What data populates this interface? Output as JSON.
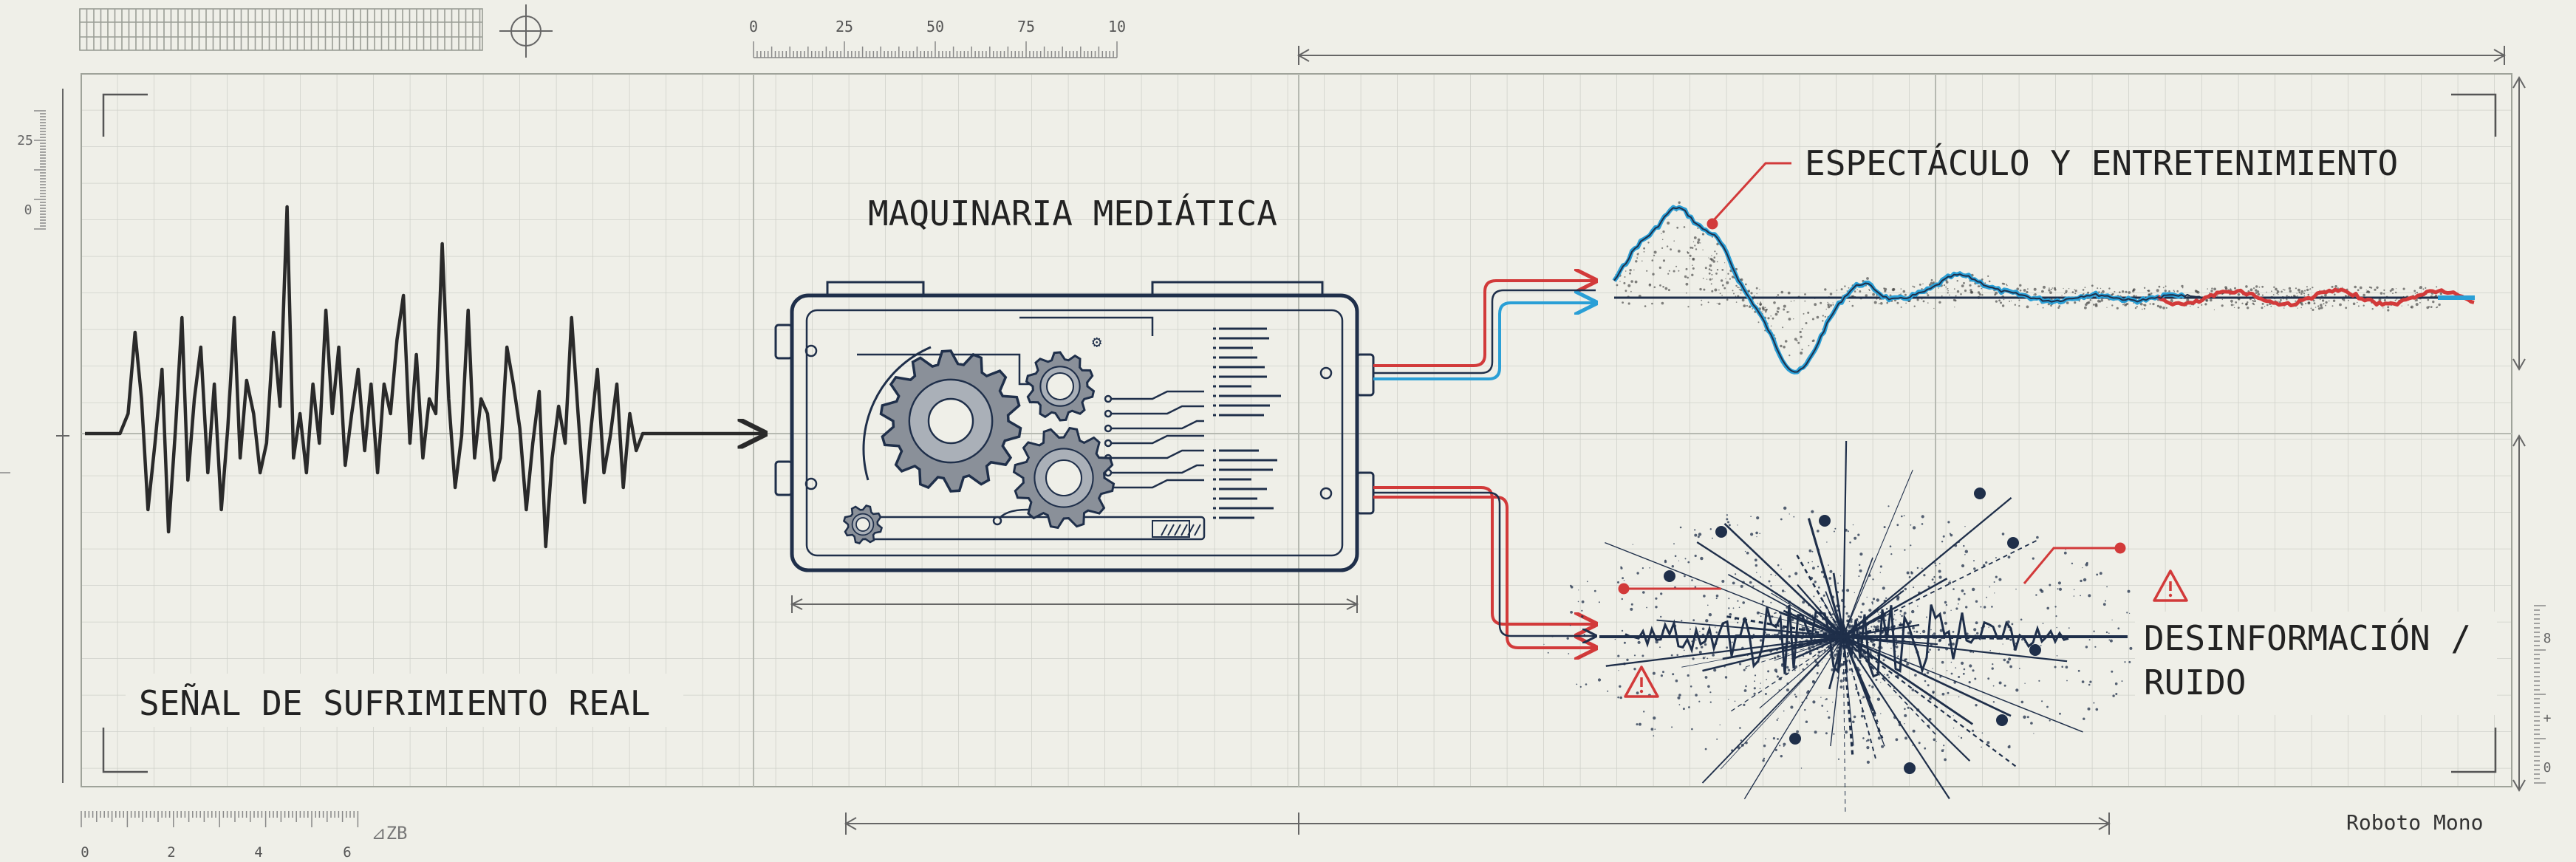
{
  "labels": {
    "real_signal": "SEÑAL DE SUFRIMIENTO REAL",
    "media_machine": "MAQUINARIA MEDIÁTICA",
    "spectacle": "ESPECTÁCULO Y ENTRETENIMIENTO",
    "disinformation_line1": "DESINFORMACIÓN /",
    "disinformation_line2": "RUIDO",
    "font_note": "Roboto Mono"
  },
  "rulers": {
    "top_ticks": [
      "0",
      "25",
      "50",
      "75",
      "10"
    ],
    "bottom_ticks": [
      "0",
      "2",
      "4",
      "6"
    ],
    "bottom_note": "⊿ZB",
    "left_ticks": [
      "25",
      "0"
    ],
    "right_ticks": [
      "8",
      "+",
      "0"
    ]
  },
  "colors": {
    "background": "#efefe8",
    "grid": "#c9cbc4",
    "ink": "#1f2f4a",
    "dark_signal": "#2a2a2a",
    "spectacle_blue": "#2a9fd6",
    "spectacle_red": "#d23a3a",
    "warning_red": "#d23a3a"
  },
  "icons": {
    "crosshair": "crosshair-icon",
    "gear": "gear-icon",
    "warning": "warning-triangle-icon"
  }
}
